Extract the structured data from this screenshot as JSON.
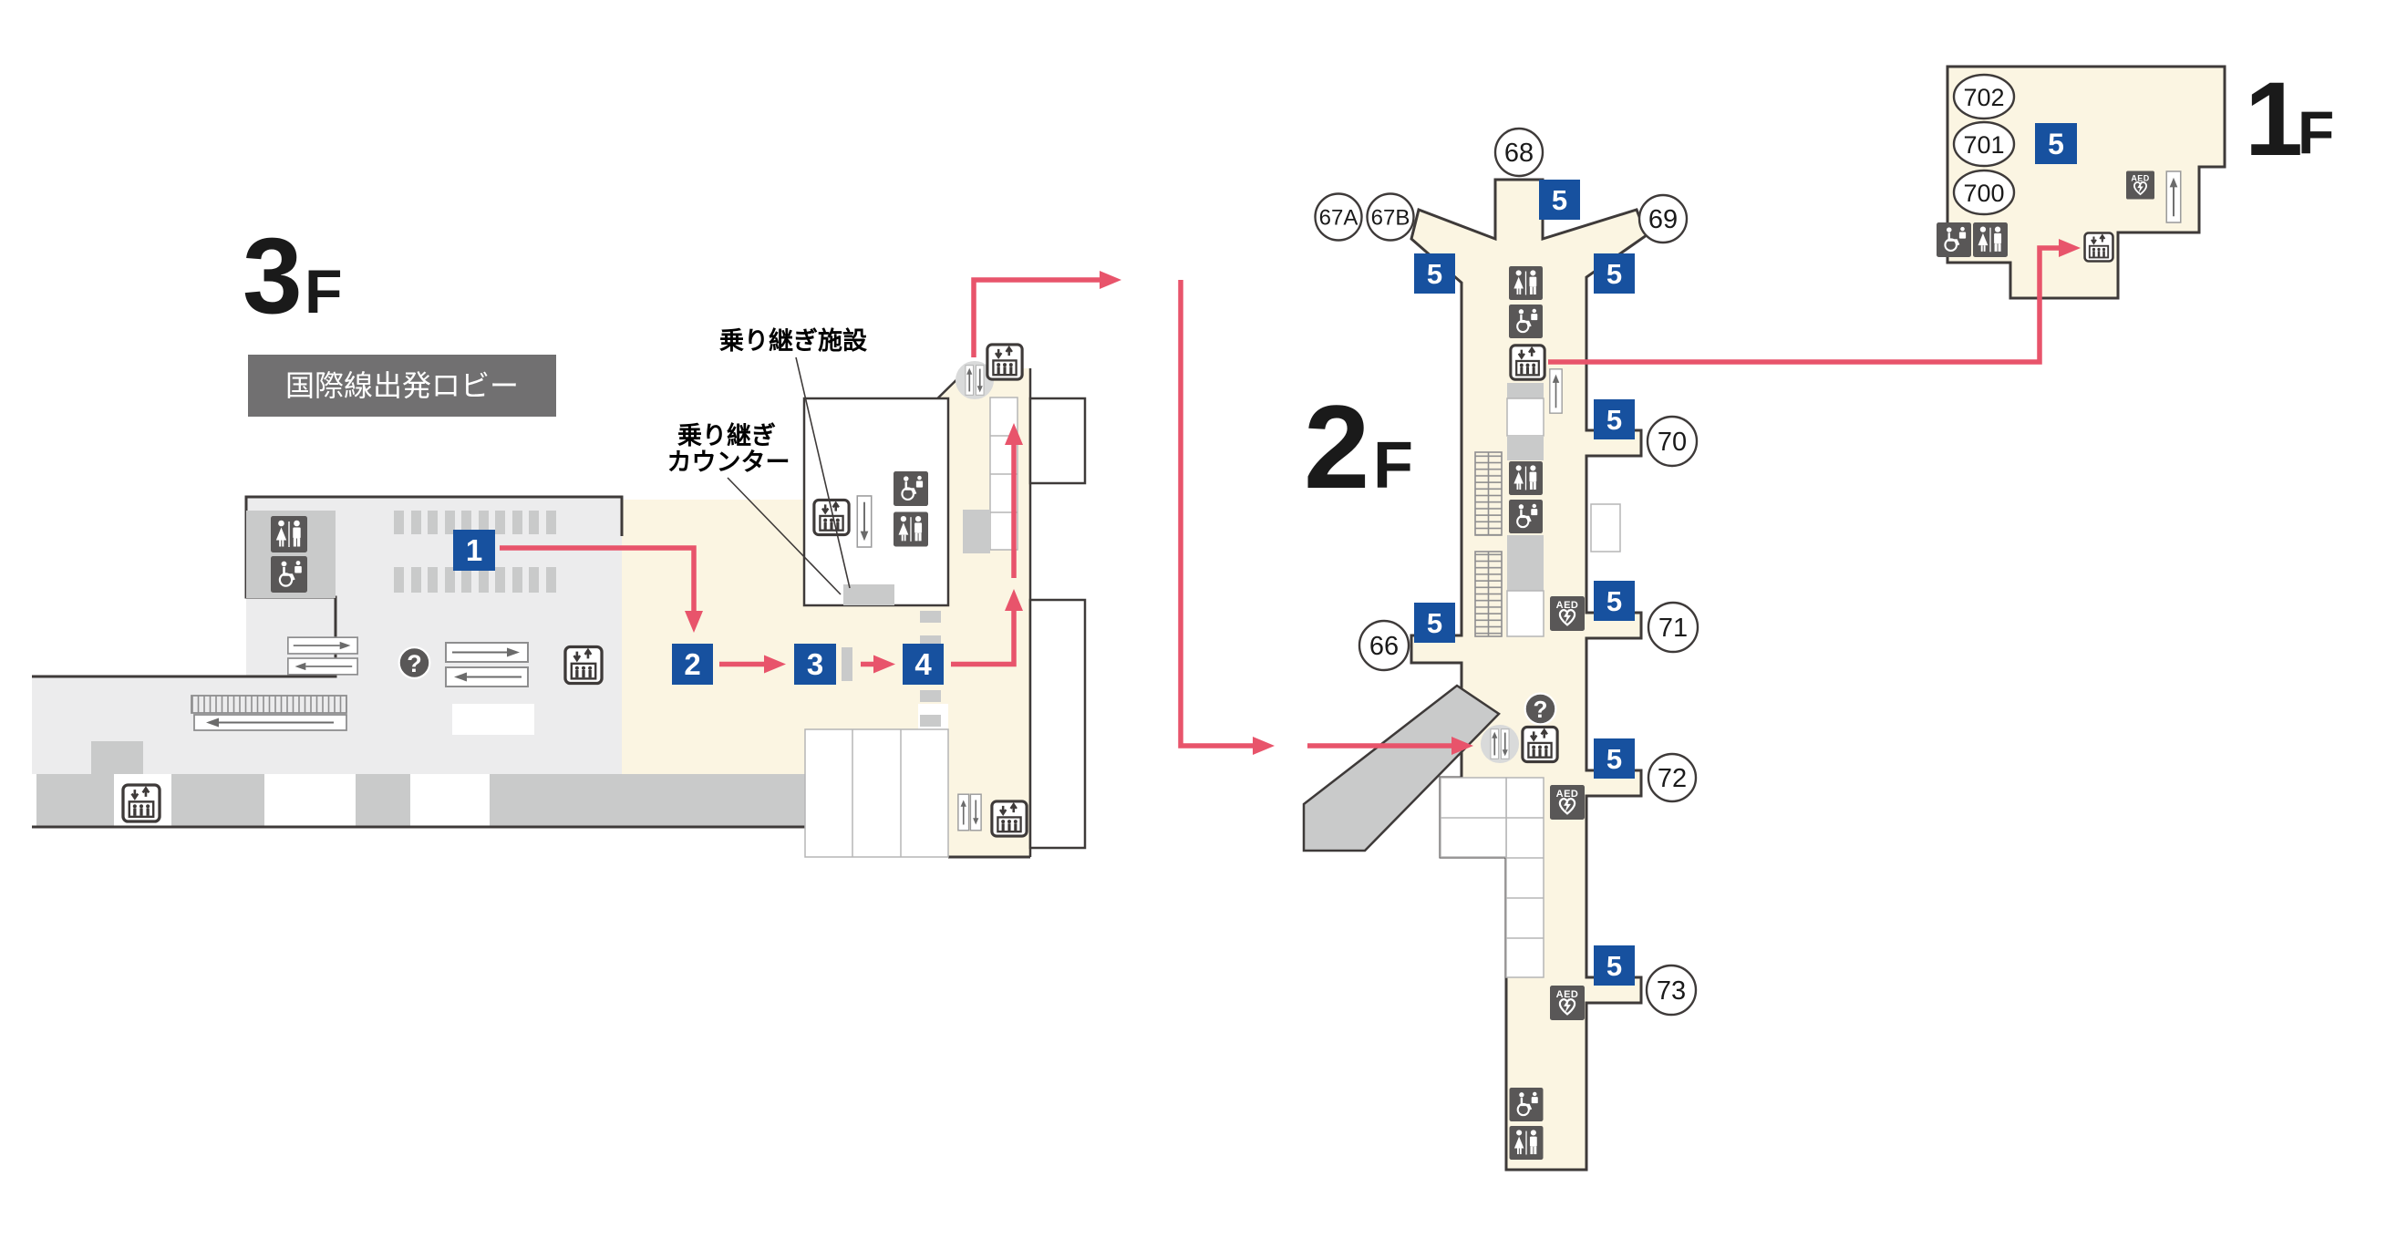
{
  "colors": {
    "accent_blue": "#17519F",
    "route_pink": "#E8546B",
    "floor_cream": "#FBF5E2",
    "lobby_gray": "#ECECED",
    "object_gray": "#C9CACA",
    "icon_dark": "#595757",
    "wall_dark": "#3E3A39",
    "label_box_gray": "#717071"
  },
  "floor3": {
    "number": "3",
    "suffix": "F",
    "lobby_label": "国際線出発ロビー",
    "transfer_facility_label": "乗り継ぎ施設",
    "transfer_counter_label_line1": "乗り継ぎ",
    "transfer_counter_label_line2": "カウンター",
    "route_steps": [
      "1",
      "2",
      "3",
      "4"
    ]
  },
  "floor2": {
    "number": "2",
    "suffix": "F",
    "bus_stop_marker": "5",
    "gates": {
      "g66": "66",
      "g67a": "67A",
      "g67b": "67B",
      "g68": "68",
      "g69": "69",
      "g70": "70",
      "g71": "71",
      "g72": "72",
      "g73": "73"
    }
  },
  "floor1": {
    "number": "1",
    "suffix": "F",
    "bus_stop_marker": "5",
    "bus_stops": {
      "s700": "700",
      "s701": "701",
      "s702": "702"
    }
  },
  "icons": {
    "aed_label": "AED",
    "info_mark": "?"
  }
}
